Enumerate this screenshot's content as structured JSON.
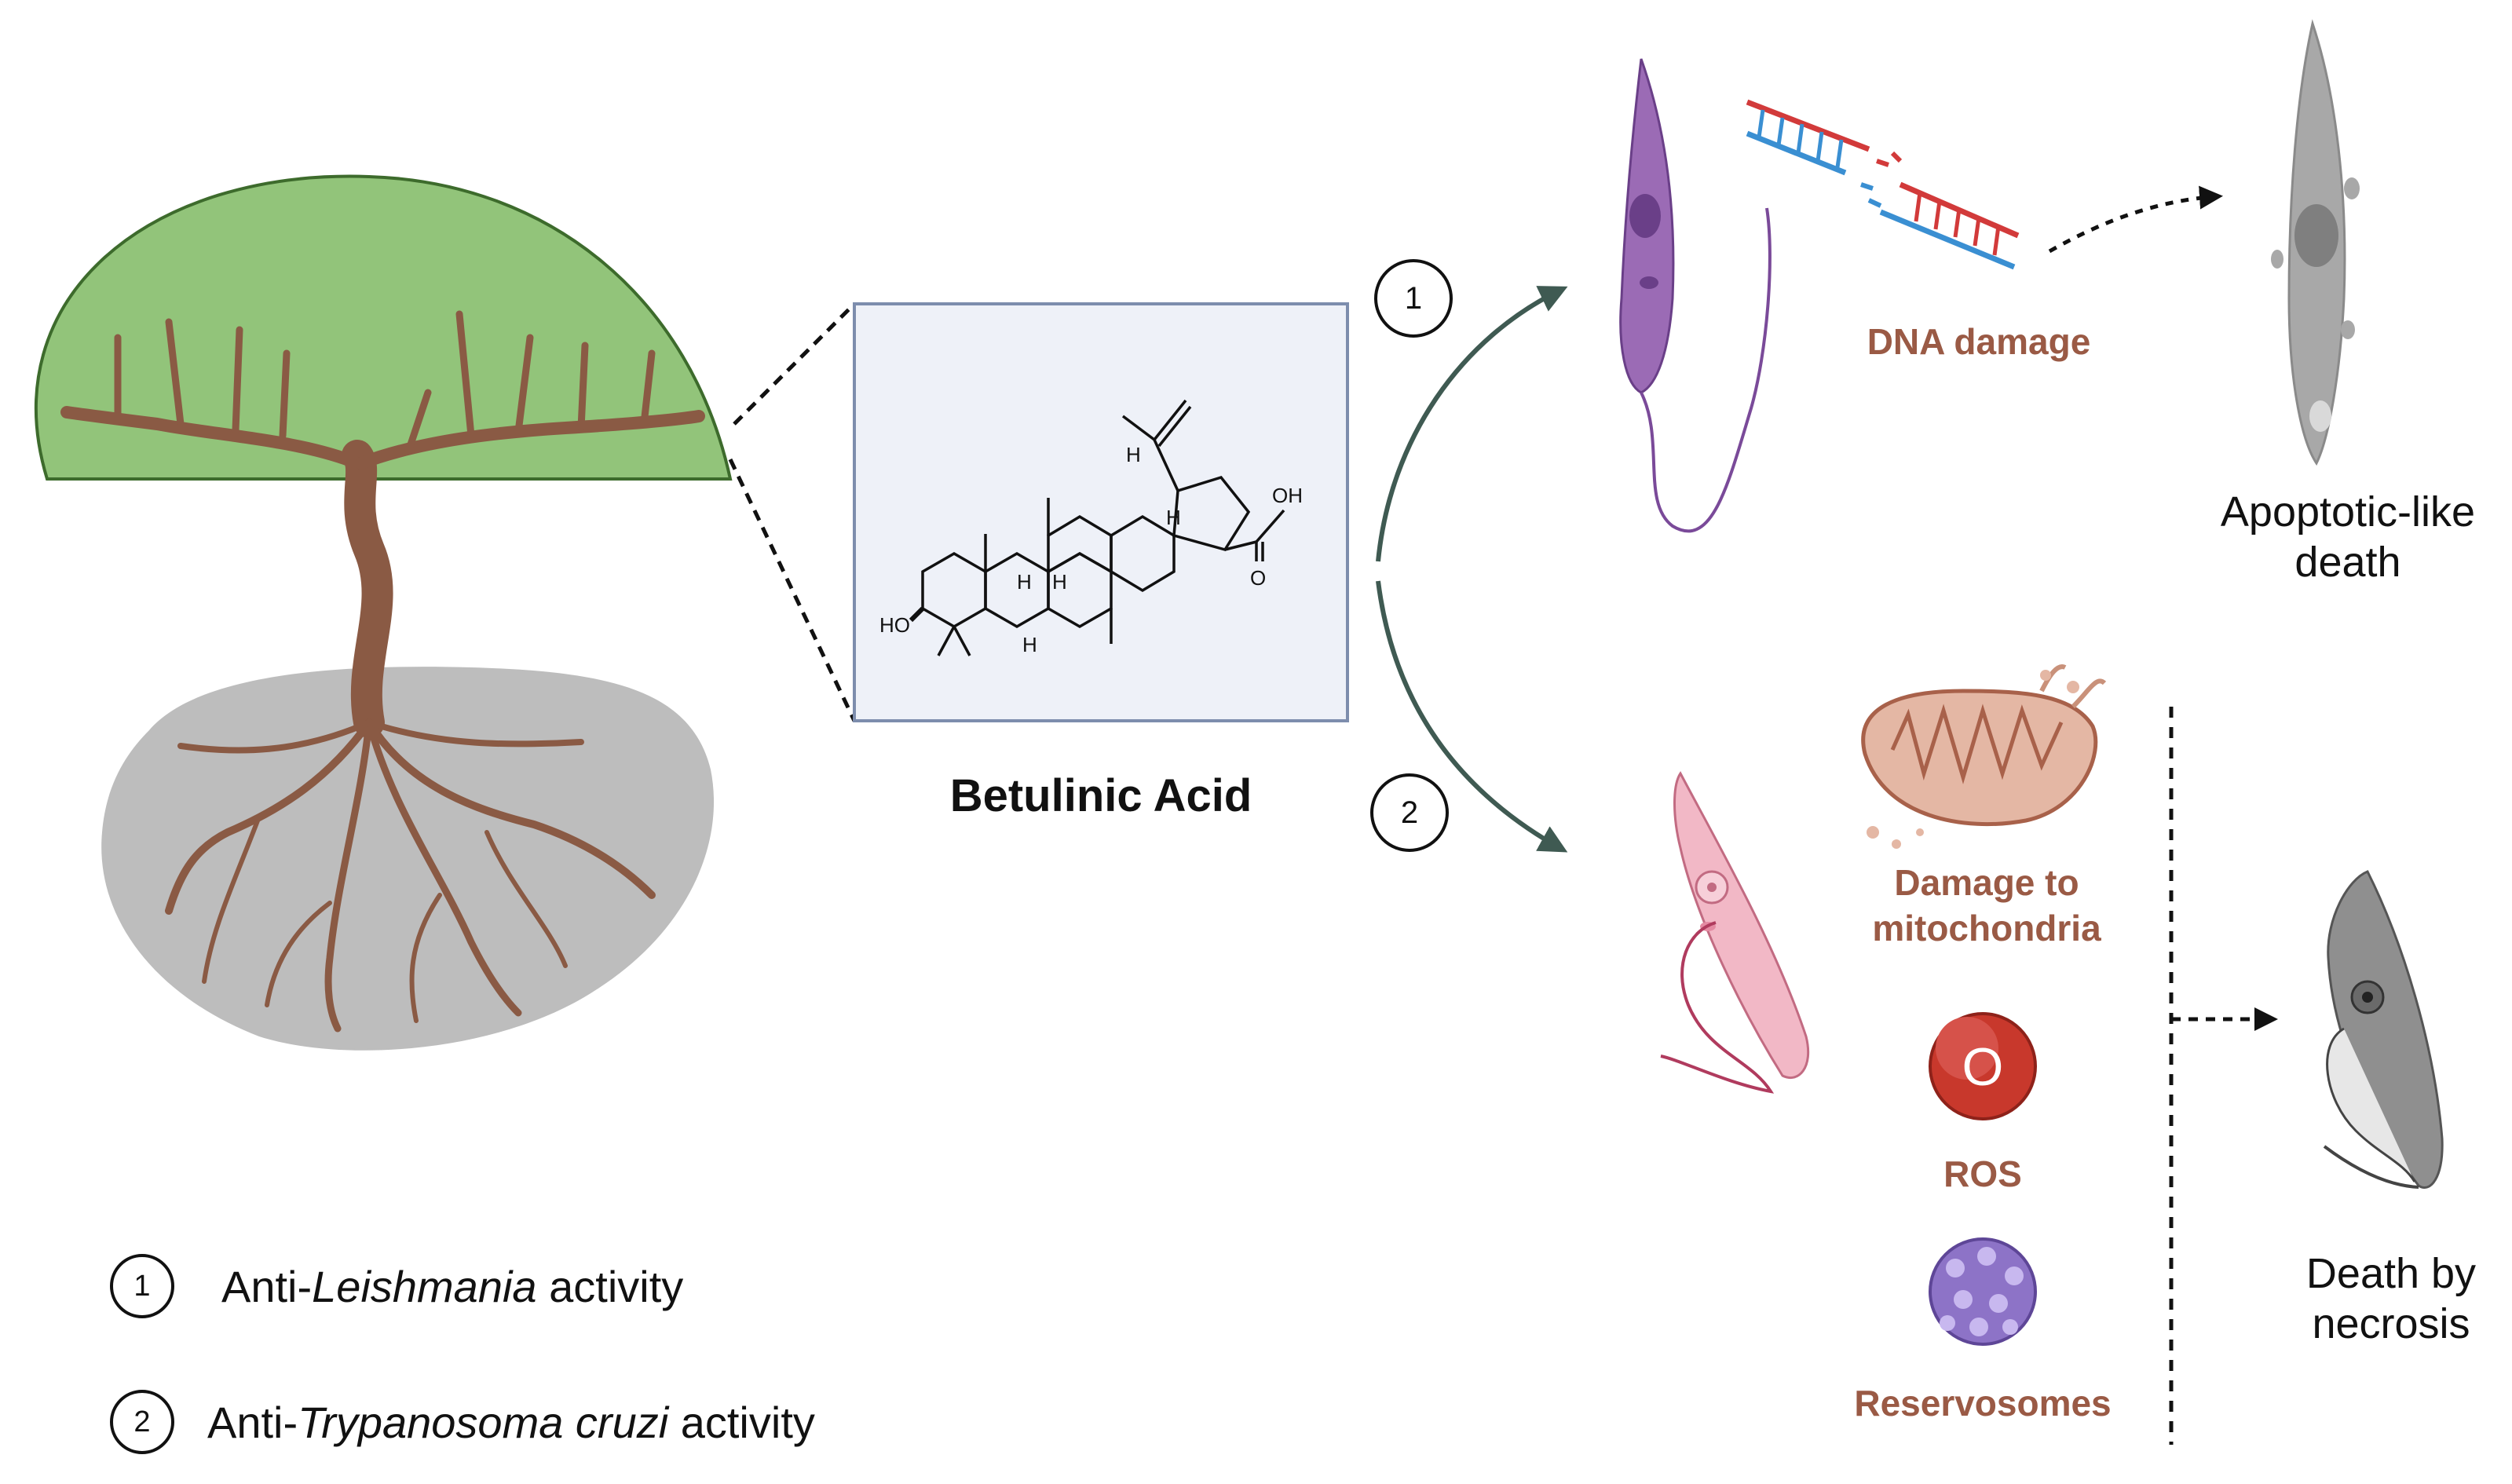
{
  "compound": {
    "name": "Betulinic Acid",
    "atom_labels": [
      "H",
      "H",
      "H",
      "H",
      "H",
      "OH",
      "O",
      "HO"
    ]
  },
  "pathways": [
    {
      "number": "1",
      "effects": [
        "DNA damage"
      ],
      "outcome_line1": "Apoptotic-like",
      "outcome_line2": "death"
    },
    {
      "number": "2",
      "effects": [
        "Damage to",
        "mitochondria",
        "ROS",
        "Reservosomes"
      ],
      "outcome_line1": "Death by",
      "outcome_line2": "necrosis"
    }
  ],
  "ros_symbol": "O",
  "legend": [
    {
      "number": "1",
      "prefix": "Anti-",
      "italic": "Leishmania",
      "suffix": " activity"
    },
    {
      "number": "2",
      "prefix": "Anti-",
      "italic": "Trypanosoma cruzi",
      "suffix": " activity"
    }
  ],
  "colors": {
    "canopy": "#92c47a",
    "soil": "#bdbdbd",
    "trunk": "#8a5a44",
    "leishmania": "#9b6bb5",
    "trypanosoma": "#f2b8c6",
    "effect_text": "#9a5a45",
    "ros": "#c8382c",
    "reservosome": "#8d73c7",
    "dna_red": "#d23a3a",
    "dna_blue": "#3a8fd2"
  }
}
